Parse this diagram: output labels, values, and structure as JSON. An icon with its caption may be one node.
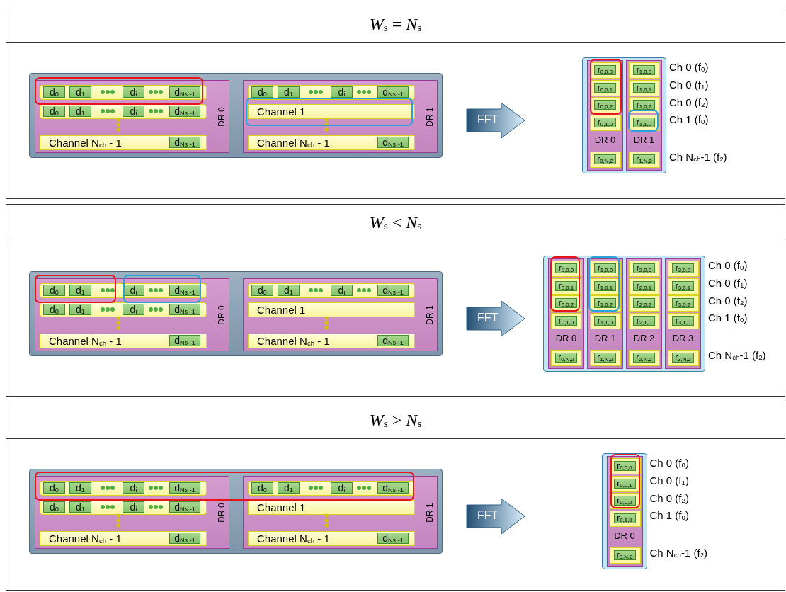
{
  "diagram": {
    "nodes": [
      {
        "text": [
          "*W*$_{s}$ = *N*$_{s}$"
        ]
      },
      {
        "text": [],
        "shape": "box",
        "in": 0
      },
      {
        "text": [
          "DR 0"
        ],
        "in": 1
      },
      {
        "text": [],
        "shape": "box",
        "in": 2
      },
      {
        "text": [
          "d$_{0}$"
        ],
        "in": 3
      },
      {
        "text": [
          "d$_{1}$"
        ],
        "in": 3
      },
      {
        "text": [
          "d$_{i}$"
        ],
        "in": 3
      },
      {
        "text": [
          "d$_{Ns -1}$"
        ],
        "in": 3
      },
      {
        "text": [],
        "shape": "box",
        "in": 2
      },
      {
        "text": [
          "d$_{0}$"
        ],
        "in": 8
      },
      {
        "text": [
          "d$_{1}$"
        ],
        "in": 8
      },
      {
        "text": [
          "d$_{i}$"
        ],
        "in": 8
      },
      {
        "text": [
          "d$_{Ns -1}$"
        ],
        "in": 8
      },
      {
        "text": [
          "Channel N$_{ch}$ - 1"
        ],
        "in": 2
      },
      {
        "text": [
          "d$_{Ns -1}$"
        ],
        "in": 13
      },
      {
        "text": [
          "DR 1"
        ],
        "in": 1
      },
      {
        "text": [],
        "shape": "box",
        "in": 15
      },
      {
        "text": [
          "d$_{0}$"
        ],
        "in": 16
      },
      {
        "text": [
          "d$_{1}$"
        ],
        "in": 16
      },
      {
        "text": [
          "d$_{i}$"
        ],
        "in": 16
      },
      {
        "text": [
          "d$_{Ns -1}$"
        ],
        "in": 16
      },
      {
        "text": [
          "Channel 1"
        ],
        "in": 15
      },
      {
        "text": [
          "Channel N$_{ch}$ - 1"
        ],
        "in": 15
      },
      {
        "text": [
          "d$_{Ns -1}$"
        ],
        "in": 22
      },
      {
        "text": [
          "FFT"
        ],
        "in": 0
      },
      {
        "text": [],
        "shape": "box",
        "in": 0,
        "beside": [
          "Ch 0 (f$_{0}$)",
          "Ch 0 (f$_{1}$)",
          "Ch 0 (f$_{2}$)",
          "Ch 1 (f$_{0}$)",
          "Ch N$_{ch}$-1 (f$_{2}$)"
        ]
      },
      {
        "text": [
          "DR 0"
        ],
        "in": 25
      },
      {
        "text": [
          "r$_{0,0,0}$"
        ],
        "in": 26
      },
      {
        "text": [
          "r$_{0,0,1}$"
        ],
        "in": 26
      },
      {
        "text": [
          "r$_{0,0,2}$"
        ],
        "in": 26
      },
      {
        "text": [
          "r$_{0,1,0}$"
        ],
        "in": 26
      },
      {
        "text": [
          "r$_{0,N,2}$"
        ],
        "in": 26
      },
      {
        "text": [
          "DR 1"
        ],
        "in": 25
      },
      {
        "text": [
          "r$_{1,0,0}$"
        ],
        "in": 32
      },
      {
        "text": [
          "r$_{1,0,1}$"
        ],
        "in": 32
      },
      {
        "text": [
          "r$_{1,0,2}$"
        ],
        "in": 32
      },
      {
        "text": [
          "r$_{1,1,0}$"
        ],
        "in": 32
      },
      {
        "text": [
          "r$_{1,N,2}$"
        ],
        "in": 32
      },
      {
        "text": [
          "*W*$_{s}$ < *N*$_{s}$"
        ]
      },
      {
        "text": [],
        "shape": "box",
        "in": 38
      },
      {
        "text": [
          "DR 0"
        ],
        "in": 39
      },
      {
        "text": [],
        "shape": "box",
        "in": 40
      },
      {
        "text": [
          "d$_{0}$"
        ],
        "in": 41
      },
      {
        "text": [
          "d$_{1}$"
        ],
        "in": 41
      },
      {
        "text": [
          "d$_{i}$"
        ],
        "in": 41
      },
      {
        "text": [
          "d$_{Ns -1}$"
        ],
        "in": 41
      },
      {
        "text": [],
        "shape": "box",
        "in": 40
      },
      {
        "text": [
          "d$_{0}$"
        ],
        "in": 46
      },
      {
        "text": [
          "d$_{1}$"
        ],
        "in": 46
      },
      {
        "text": [
          "d$_{i}$"
        ],
        "in": 46
      },
      {
        "text": [
          "d$_{Ns -1}$"
        ],
        "in": 46
      },
      {
        "text": [
          "Channel N$_{ch}$ - 1"
        ],
        "in": 40
      },
      {
        "text": [
          "d$_{Ns -1}$"
        ],
        "in": 51
      },
      {
        "text": [
          "DR 1"
        ],
        "in": 39
      },
      {
        "text": [],
        "shape": "box",
        "in": 53
      },
      {
        "text": [
          "d$_{0}$"
        ],
        "in": 54
      },
      {
        "text": [
          "d$_{1}$"
        ],
        "in": 54
      },
      {
        "text": [
          "d$_{i}$"
        ],
        "in": 54
      },
      {
        "text": [
          "d$_{Ns -1}$"
        ],
        "in": 54
      },
      {
        "text": [
          "Channel 1"
        ],
        "in": 53
      },
      {
        "text": [
          "Channel N$_{ch}$ - 1"
        ],
        "in": 53
      },
      {
        "text": [
          "d$_{Ns -1}$"
        ],
        "in": 60
      },
      {
        "text": [
          "FFT"
        ],
        "in": 38
      },
      {
        "text": [],
        "shape": "box",
        "in": 38,
        "beside": [
          "Ch 0 (f$_{0}$)",
          "Ch 0 (f$_{1}$)",
          "Ch 0 (f$_{2}$)",
          "Ch 1 (f$_{0}$)",
          "Ch N$_{ch}$-1 (f$_{2}$)"
        ]
      },
      {
        "text": [
          "DR 0"
        ],
        "in": 63
      },
      {
        "text": [
          "r$_{0,0,0}$"
        ],
        "in": 64
      },
      {
        "text": [
          "r$_{0,0,1}$"
        ],
        "in": 64
      },
      {
        "text": [
          "r$_{0,0,2}$"
        ],
        "in": 64
      },
      {
        "text": [
          "r$_{0,1,0}$"
        ],
        "in": 64
      },
      {
        "text": [
          "r$_{0,N,2}$"
        ],
        "in": 64
      },
      {
        "text": [
          "DR 1"
        ],
        "in": 63
      },
      {
        "text": [
          "r$_{1,0,0}$"
        ],
        "in": 70
      },
      {
        "text": [
          "r$_{1,0,1}$"
        ],
        "in": 70
      },
      {
        "text": [
          "r$_{1,0,2}$"
        ],
        "in": 70
      },
      {
        "text": [
          "r$_{1,1,0}$"
        ],
        "in": 70
      },
      {
        "text": [
          "r$_{1,N,2}$"
        ],
        "in": 70
      },
      {
        "text": [
          "DR 2"
        ],
        "in": 63
      },
      {
        "text": [
          "r$_{2,0,0}$"
        ],
        "in": 76
      },
      {
        "text": [
          "r$_{2,0,1}$"
        ],
        "in": 76
      },
      {
        "text": [
          "r$_{2,0,2}$"
        ],
        "in": 76
      },
      {
        "text": [
          "r$_{2,1,0}$"
        ],
        "in": 76
      },
      {
        "text": [
          "r$_{2,N,2}$"
        ],
        "in": 76
      },
      {
        "text": [
          "DR 3"
        ],
        "in": 63
      },
      {
        "text": [
          "r$_{3,0,0}$"
        ],
        "in": 82
      },
      {
        "text": [
          "r$_{3,0,1}$"
        ],
        "in": 82
      },
      {
        "text": [
          "r$_{3,0,2}$"
        ],
        "in": 82
      },
      {
        "text": [
          "r$_{3,1,0}$"
        ],
        "in": 82
      },
      {
        "text": [
          "r$_{3,N,2}$"
        ],
        "in": 82
      },
      {
        "text": [
          "*W*$_{s}$ > *N*$_{s}$"
        ]
      },
      {
        "text": [],
        "shape": "box",
        "in": 88
      },
      {
        "text": [
          "DR 0"
        ],
        "in": 89
      },
      {
        "text": [],
        "shape": "box",
        "in": 90
      },
      {
        "text": [
          "d$_{0}$"
        ],
        "in": 91
      },
      {
        "text": [
          "d$_{1}$"
        ],
        "in": 91
      },
      {
        "text": [
          "d$_{i}$"
        ],
        "in": 91
      },
      {
        "text": [
          "d$_{Ns -1}$"
        ],
        "in": 91
      },
      {
        "text": [],
        "shape": "box",
        "in": 90
      },
      {
        "text": [
          "d$_{0}$"
        ],
        "in": 96
      },
      {
        "text": [
          "d$_{1}$"
        ],
        "in": 96
      },
      {
        "text": [
          "d$_{i}$"
        ],
        "in": 96
      },
      {
        "text": [
          "d$_{Ns -1}$"
        ],
        "in": 96
      },
      {
        "text": [
          "Channel N$_{ch}$ - 1"
        ],
        "in": 90
      },
      {
        "text": [
          "d$_{Ns -1}$"
        ],
        "in": 101
      },
      {
        "text": [
          "DR 1"
        ],
        "in": 89
      },
      {
        "text": [],
        "shape": "box",
        "in": 103
      },
      {
        "text": [
          "d$_{0}$"
        ],
        "in": 104
      },
      {
        "text": [
          "d$_{1}$"
        ],
        "in": 104
      },
      {
        "text": [
          "d$_{i}$"
        ],
        "in": 104
      },
      {
        "text": [
          "d$_{Ns -1}$"
        ],
        "in": 104
      },
      {
        "text": [
          "Channel 1"
        ],
        "in": 103
      },
      {
        "text": [
          "Channel N$_{ch}$ - 1"
        ],
        "in": 103
      },
      {
        "text": [
          "d$_{Ns -1}$"
        ],
        "in": 110
      },
      {
        "text": [
          "FFT"
        ],
        "in": 88
      },
      {
        "text": [],
        "shape": "box",
        "in": 88,
        "beside": [
          "Ch 0 (f$_{0}$)",
          "Ch 0 (f$_{1}$)",
          "Ch 0 (f$_{2}$)",
          "Ch 1 (f$_{0}$)",
          "Ch N$_{ch}$-1 (f$_{2}$)"
        ]
      },
      {
        "text": [
          "DR 0"
        ],
        "in": 113
      },
      {
        "text": [
          "r$_{0,0,0}$"
        ],
        "in": 114
      },
      {
        "text": [
          "r$_{0,0,1}$"
        ],
        "in": 114
      },
      {
        "text": [
          "r$_{0,0,2}$"
        ],
        "in": 114
      },
      {
        "text": [
          "r$_{0,1,0}$"
        ],
        "in": 114
      },
      {
        "text": [
          "r$_{0,N,2}$"
        ],
        "in": 114
      }
    ]
  }
}
